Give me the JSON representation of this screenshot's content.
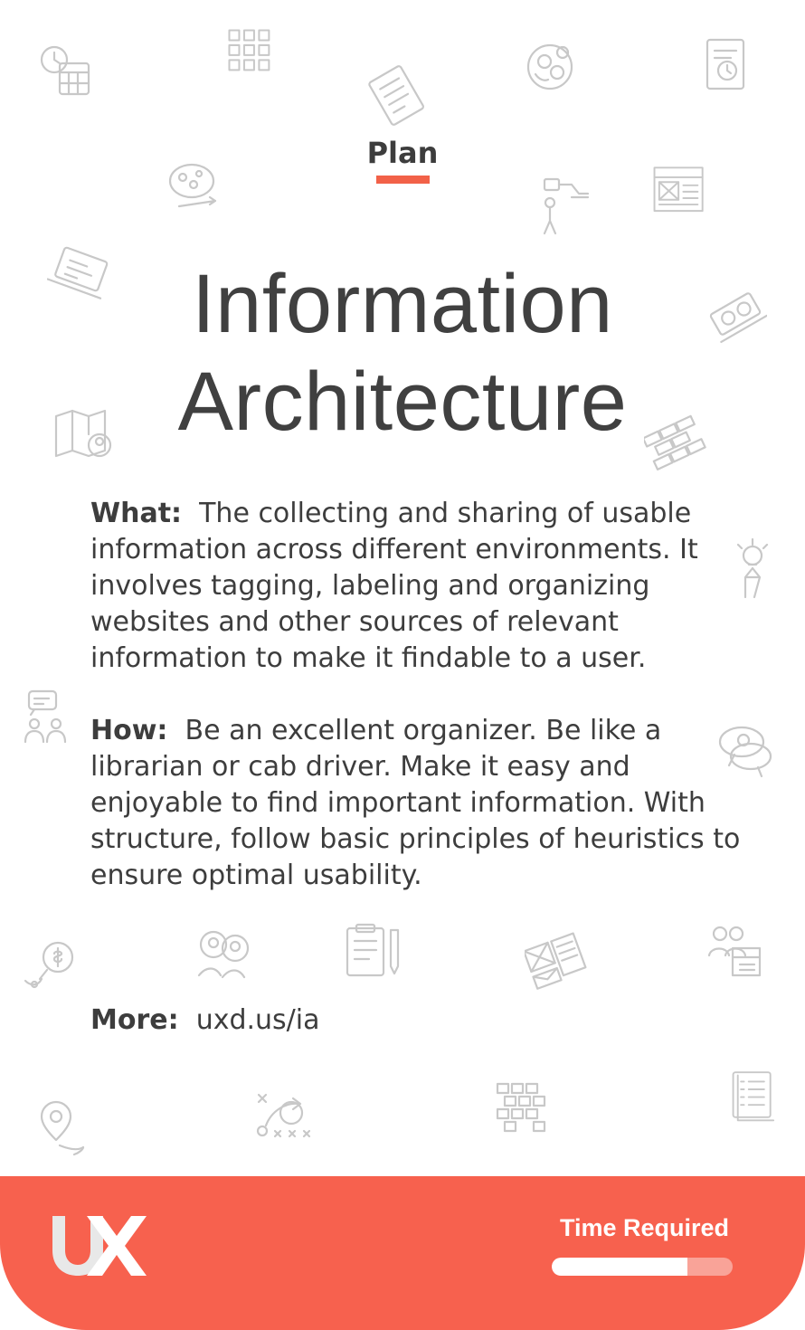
{
  "card": {
    "category": "Plan",
    "title_line1": "Information",
    "title_line2": "Architecture",
    "what_label": "What:",
    "what_text": "The collecting and sharing of usable information across different environments. It involves tagging, labeling and organizing websites and other sources of relevant information to make it findable to a user.",
    "how_label": "How:",
    "how_text": "Be an excellent organizer. Be like a librarian or cab driver. Make it easy and enjoyable to find important information. With structure, follow basic principles of heuristics to ensure optimal usability.",
    "more_label": "More:",
    "more_link": "uxd.us/ia"
  },
  "footer": {
    "logo_text": "UX",
    "time_label": "Time Required",
    "time_level": 0.75
  },
  "colors": {
    "accent": "#f7614e",
    "text": "#3d3d3d",
    "icon": "#c8c8c8",
    "footer_track": "#f9a398"
  },
  "background_icons": [
    "clock-calendar-icon",
    "grid-icon",
    "document-list-icon",
    "brain-gears-icon",
    "history-document-icon",
    "thought-bubble-icon",
    "user-flow-icon",
    "wireframe-icon",
    "laptop-code-icon",
    "tools-icon",
    "map-user-icon",
    "bricks-icon",
    "lightbulb-person-icon",
    "chat-people-icon",
    "chat-bubbles-icon",
    "money-location-icon",
    "team-heads-icon",
    "clipboard-pencil-icon",
    "layout-mail-icon",
    "team-layout-icon",
    "location-pin-icon",
    "strategy-play-icon",
    "blocks-icon",
    "checklist-icon"
  ]
}
